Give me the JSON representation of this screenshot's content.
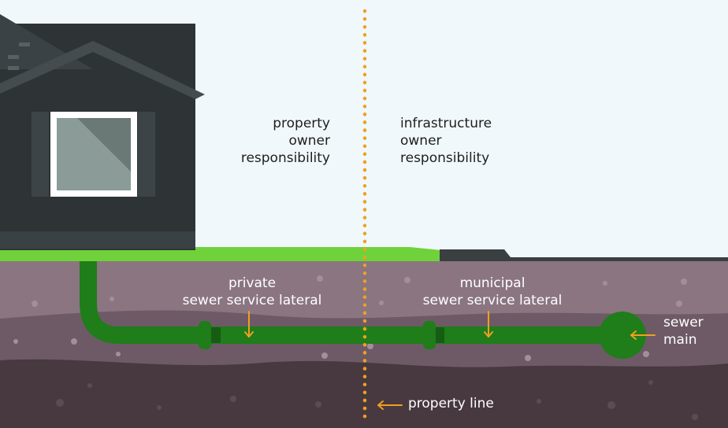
{
  "labels": {
    "property_owner": [
      "property",
      "owner",
      "responsibility"
    ],
    "infrastructure_owner": [
      "infrastructure",
      "owner",
      "responsibility"
    ],
    "private_lateral": [
      "private",
      "sewer service lateral"
    ],
    "municipal_lateral": [
      "municipal",
      "sewer service lateral"
    ],
    "sewer_main": [
      "sewer",
      "main"
    ],
    "property_line": "property line"
  },
  "colors": {
    "sky": "#f1f8fb",
    "house": "#2e3436",
    "grass": "#6fd23a",
    "pipe": "#1f7d1a",
    "arrow": "#f0a020",
    "property_line": "#f0a020",
    "soil_top": "#8a7581",
    "soil_mid": "#6e5a66",
    "soil_deep": "#47393f"
  }
}
